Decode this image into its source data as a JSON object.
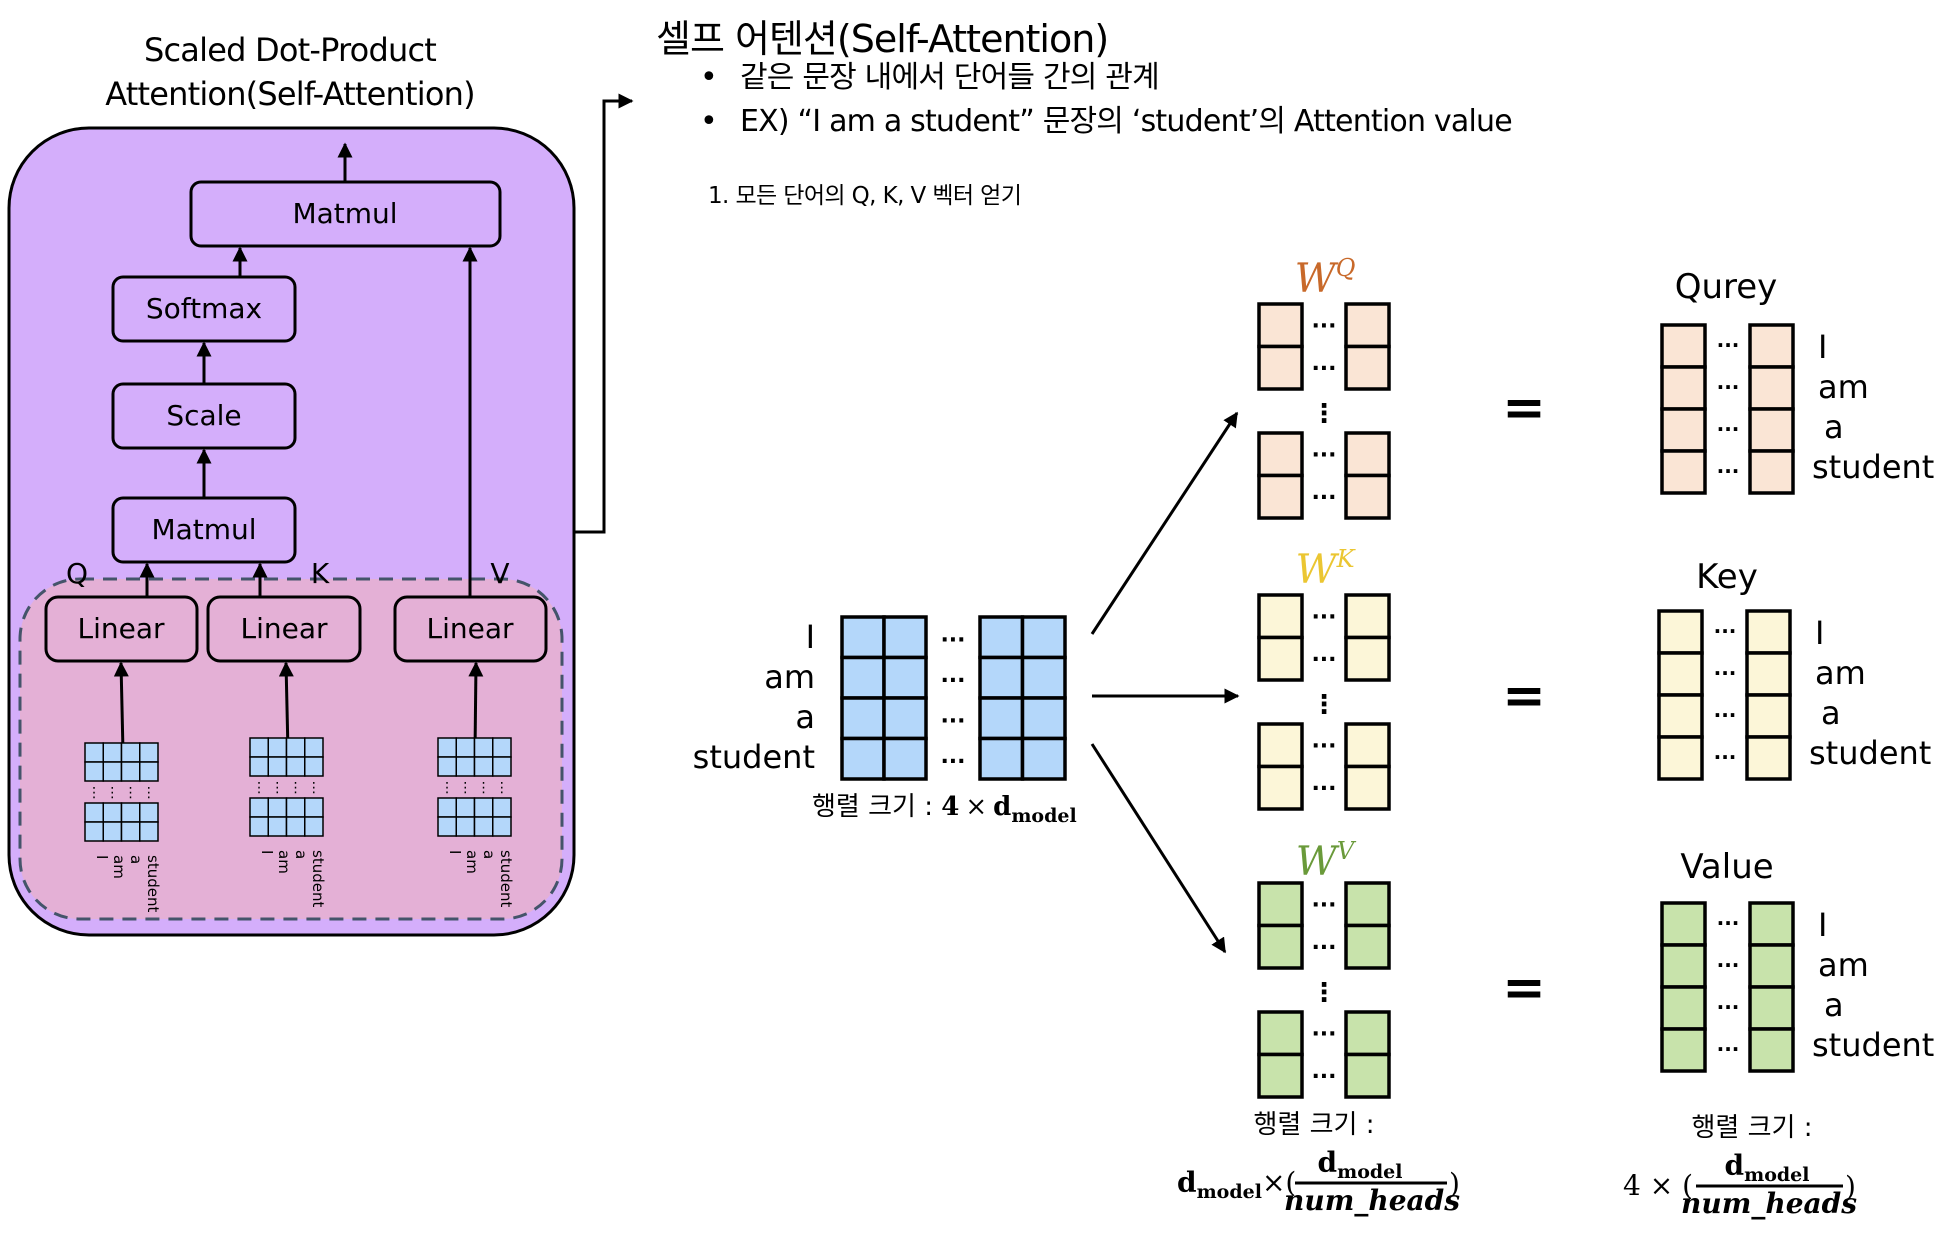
{
  "left_panel": {
    "title_line1": "Scaled Dot-Product",
    "title_line2": "Attention(Self-Attention)",
    "blocks": {
      "matmul_top": "Matmul",
      "softmax": "Softmax",
      "scale": "Scale",
      "matmul_bottom": "Matmul",
      "linear_q": "Linear",
      "linear_k": "Linear",
      "linear_v": "Linear"
    },
    "labels": {
      "q": "Q",
      "k": "K",
      "v": "V"
    },
    "input_words": [
      "I",
      "am",
      "a",
      "student"
    ],
    "colors": {
      "outer": "#d4aefb",
      "inner": "#e4b0d6",
      "dashed": "#44546a",
      "cell": "#b4d7fa"
    }
  },
  "header": {
    "title": "셀프 어텐션(Self-Attention)",
    "bullets": [
      "같은 문장 내에서 단어들 간의 관계",
      "EX) “I am a student” 문장의 ‘student’의 Attention value"
    ],
    "bullet_glyph": "•",
    "step": "1. 모든 단어의 Q, K, V 벡터 얻기"
  },
  "input_matrix": {
    "words": [
      "I",
      "am",
      "a",
      "student"
    ],
    "size_label": "행렬 크기 : ",
    "size_formula": {
      "rows": "4",
      "times": "×",
      "d": "d",
      "sub": "model"
    },
    "color": "#b4d7fa"
  },
  "weights": [
    {
      "name": "W",
      "sup": "Q",
      "color": "#c8692a",
      "fill": "#fae5d5"
    },
    {
      "name": "W",
      "sup": "K",
      "color": "#ebc632",
      "fill": "#fcf6d8"
    },
    {
      "name": "W",
      "sup": "V",
      "color": "#6a9a3a",
      "fill": "#c8e3ab"
    }
  ],
  "weights_size": {
    "label": "행렬 크기 :",
    "left": {
      "d": "d",
      "sub": "model",
      "times": "×("
    },
    "numerator": {
      "d": "d",
      "sub": "model"
    },
    "denominator": "num_heads",
    "close": ")"
  },
  "outputs": [
    {
      "label": "Qurey",
      "color": "#c8692a",
      "fill": "#fae5d5",
      "words": [
        "I",
        "am",
        "a",
        "student"
      ]
    },
    {
      "label": "Key",
      "color": "#ebc632",
      "fill": "#fcf6d8",
      "words": [
        "I",
        "am",
        "a",
        "student"
      ]
    },
    {
      "label": "Value",
      "color": "#6a9a3a",
      "fill": "#c8e3ab",
      "words": [
        "I",
        "am",
        "a",
        "student"
      ]
    }
  ],
  "outputs_size": {
    "label": "행렬 크기 :",
    "left": "4 × (",
    "numerator": {
      "d": "d",
      "sub": "model"
    },
    "denominator": "num_heads",
    "close": ")"
  },
  "symbols": {
    "equals": "=",
    "hdots": "···",
    "vdots": "⋮"
  }
}
